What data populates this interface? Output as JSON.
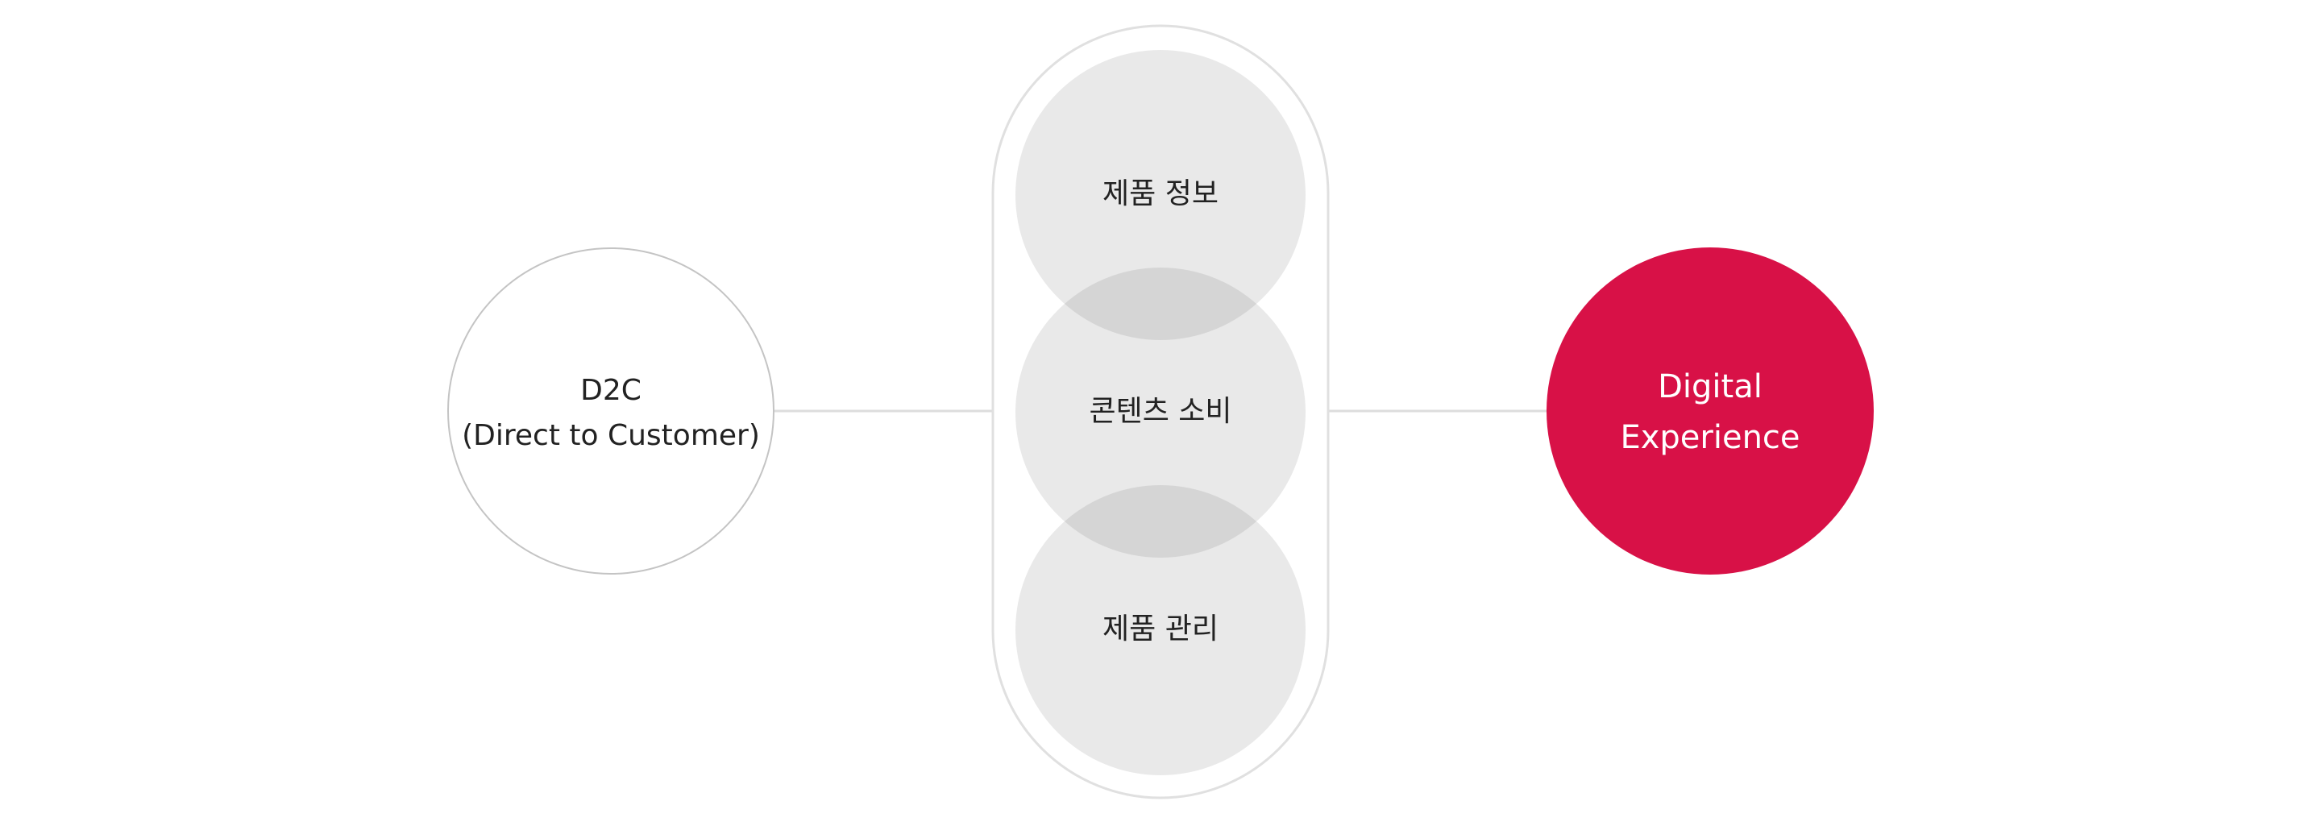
{
  "colors": {
    "background": "#ffffff",
    "line": "#dddddd",
    "outline": "#c4c4c4",
    "pill_outline": "#e0e0e0",
    "circle_fill": "#e9e9e9",
    "overlap_fill": "#d5d5d5",
    "accent": "#d81147",
    "text_dark": "#222222",
    "text_light": "#ffffff"
  },
  "source": {
    "line1": "D2C",
    "line2": "(Direct to Customer)"
  },
  "stack": {
    "items": [
      {
        "label": "제품 정보"
      },
      {
        "label": "콘텐츠 소비"
      },
      {
        "label": "제품 관리"
      }
    ]
  },
  "target": {
    "line1": "Digital",
    "line2": "Experience"
  }
}
